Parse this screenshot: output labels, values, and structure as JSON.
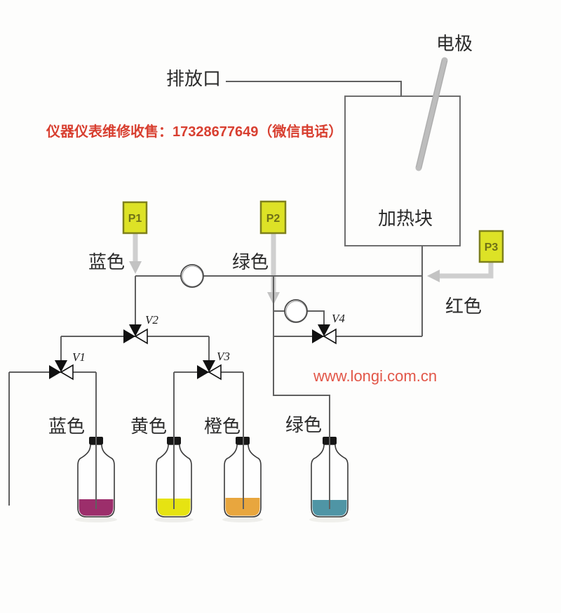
{
  "diagram": {
    "labels": {
      "electrode": "电极",
      "drain_port": "排放口",
      "heating_block": "加热块",
      "blue_line": "蓝色",
      "green_line": "绿色",
      "red_line": "红色"
    },
    "overlay_texts": {
      "service_ad": "仪器仪表维修收售：17328677649（微信电话）",
      "service_ad_color": "#d83f30",
      "watermark": "www.longi.com.cn",
      "watermark_color": "#e25648"
    },
    "pressure_sensors": [
      {
        "label": "P1"
      },
      {
        "label": "P2"
      },
      {
        "label": "P3"
      }
    ],
    "sensor_style": {
      "fill": "#dde226",
      "border": "#7e801c",
      "text": "#6f7117"
    },
    "valves": [
      {
        "label": "V1"
      },
      {
        "label": "V2"
      },
      {
        "label": "V3"
      },
      {
        "label": "V4"
      }
    ],
    "bottles": [
      {
        "label": "蓝色",
        "liquid_color": "#9c2e6b"
      },
      {
        "label": "黄色",
        "liquid_color": "#e6e312"
      },
      {
        "label": "橙色",
        "liquid_color": "#e8a63e"
      },
      {
        "label": "绿色",
        "liquid_color": "#4f95a5"
      }
    ],
    "pipe_color": "#606060",
    "sensor_line_color": "#cfcfcf"
  }
}
